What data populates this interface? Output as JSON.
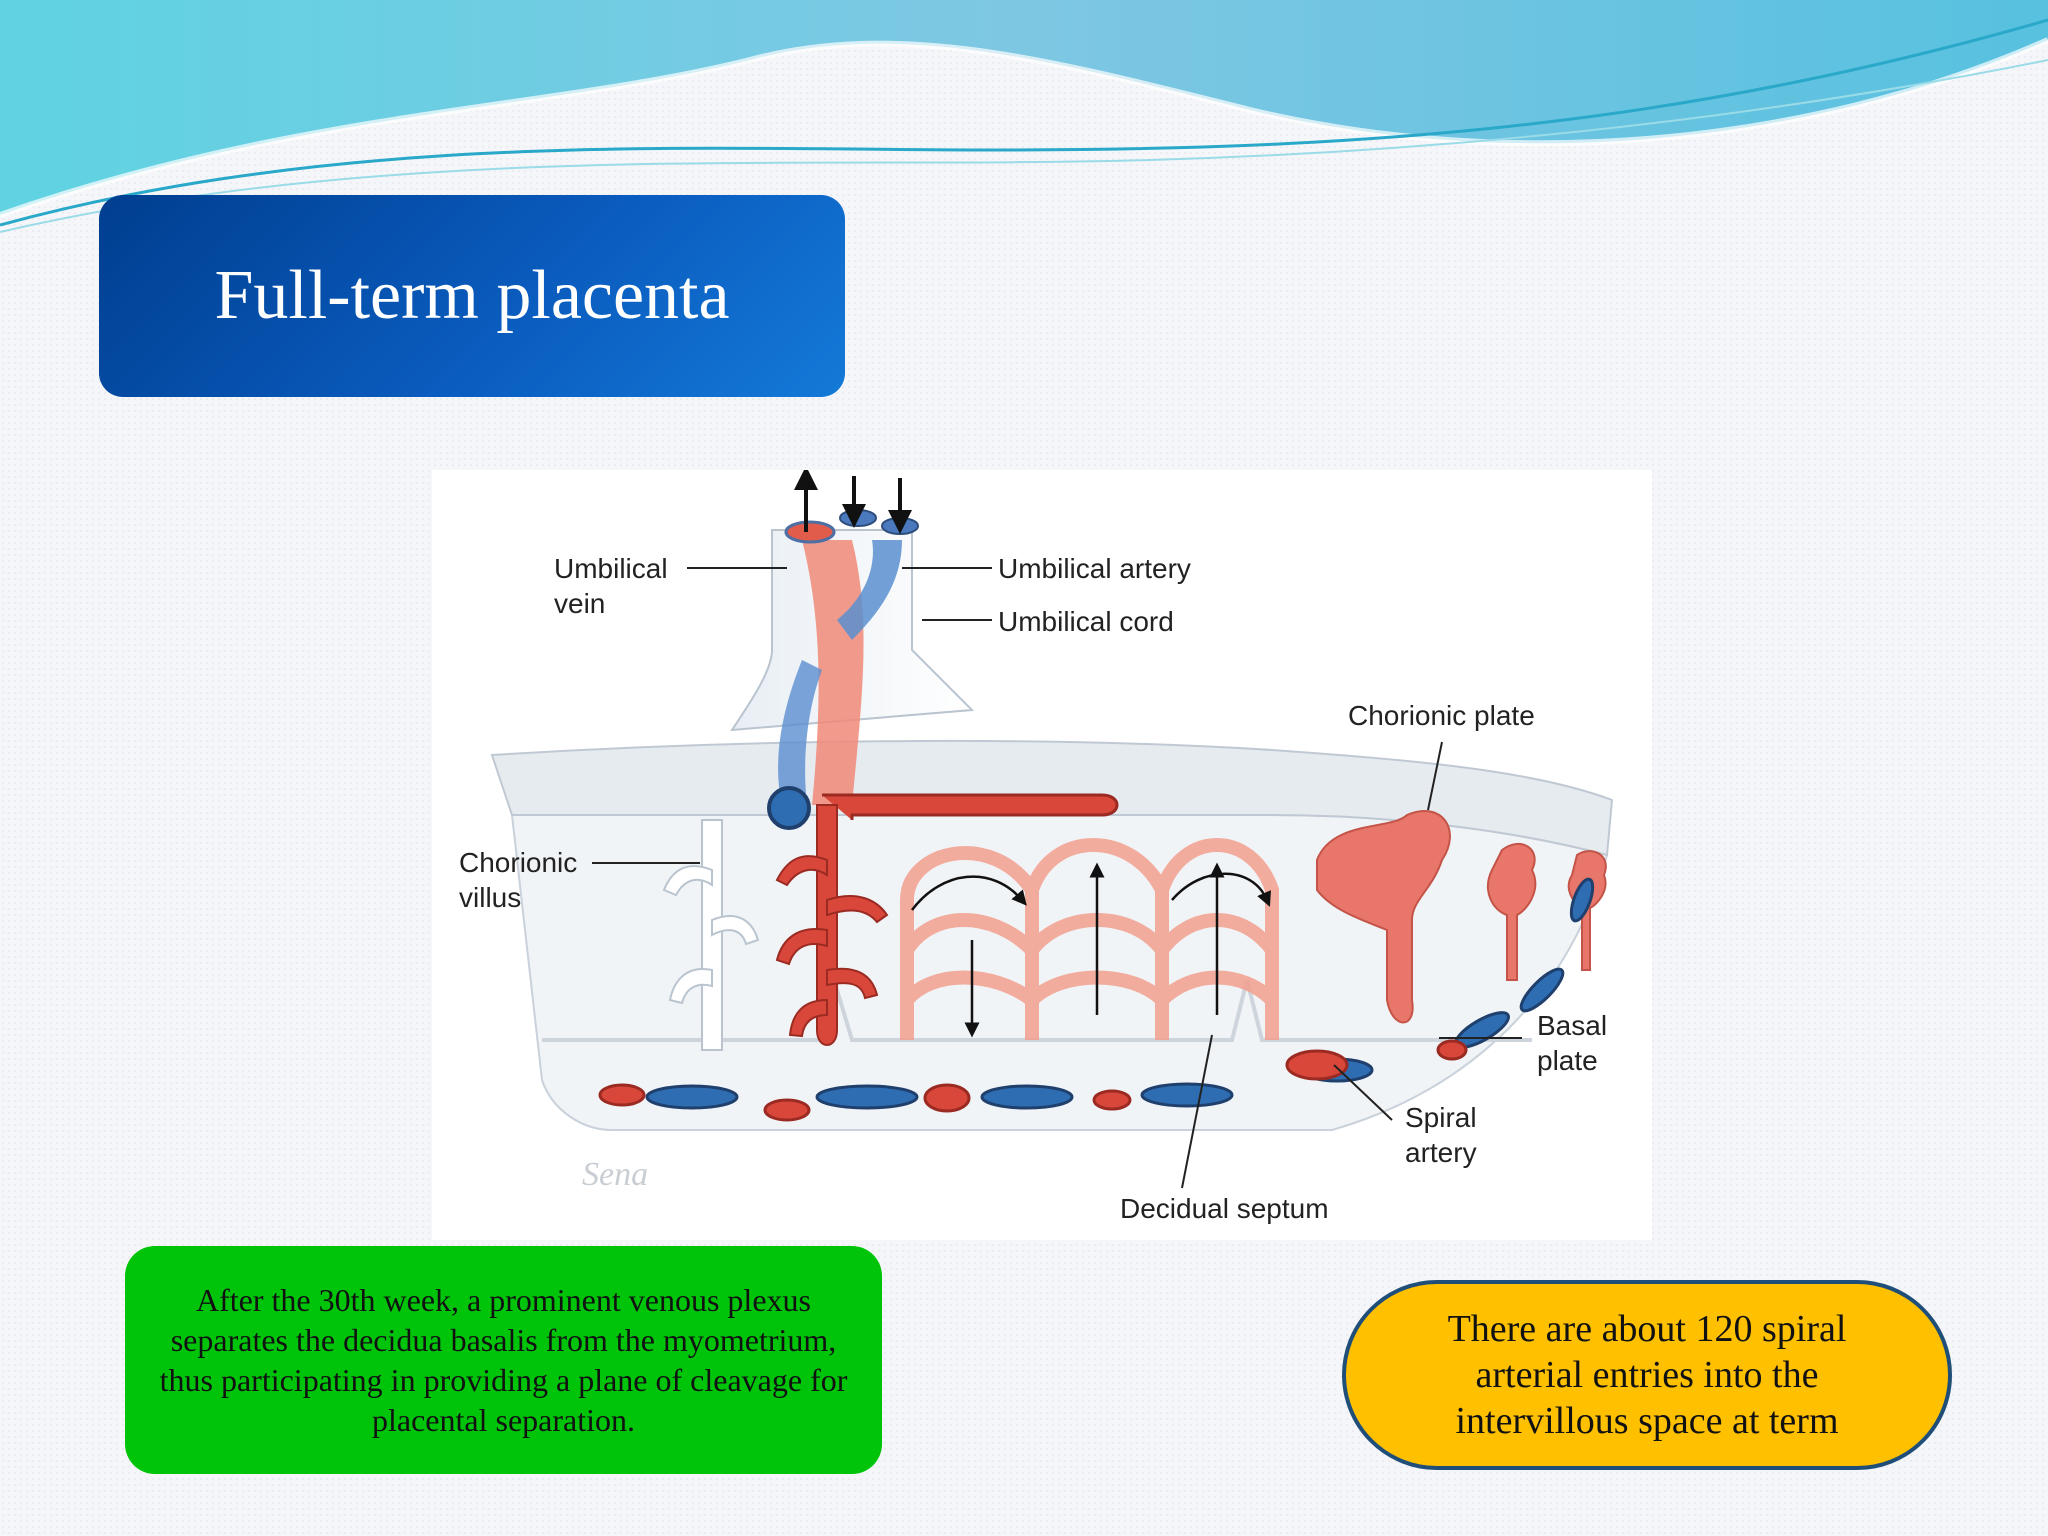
{
  "slide": {
    "title": "Full-term placenta"
  },
  "diagram": {
    "labels": {
      "umbilical_vein_line1": "Umbilical",
      "umbilical_vein_line2": "vein",
      "umbilical_artery": "Umbilical artery",
      "umbilical_cord": "Umbilical cord",
      "chorionic_plate": "Chorionic plate",
      "chorionic_villus_line1": "Chorionic",
      "chorionic_villus_line2": "villus",
      "basal_plate_line1": "Basal",
      "basal_plate_line2": "plate",
      "spiral_artery_line1": "Spiral",
      "spiral_artery_line2": "artery",
      "decidual_septum": "Decidual septum"
    },
    "signature": "Sena"
  },
  "notes": {
    "venous_plexus": "After the 30th week, a prominent venous plexus separates the decidua basalis from the myometrium, thus participating in providing a plane of cleavage for placental separation.",
    "spiral_entries": "There are about 120 spiral arterial entries into the intervillous space at term"
  },
  "colors": {
    "title_bg": "#0a5bbd",
    "note_green": "#00c40a",
    "note_orange": "#ffc000",
    "artery_red": "#d9473a",
    "vein_blue": "#2f6db3"
  }
}
